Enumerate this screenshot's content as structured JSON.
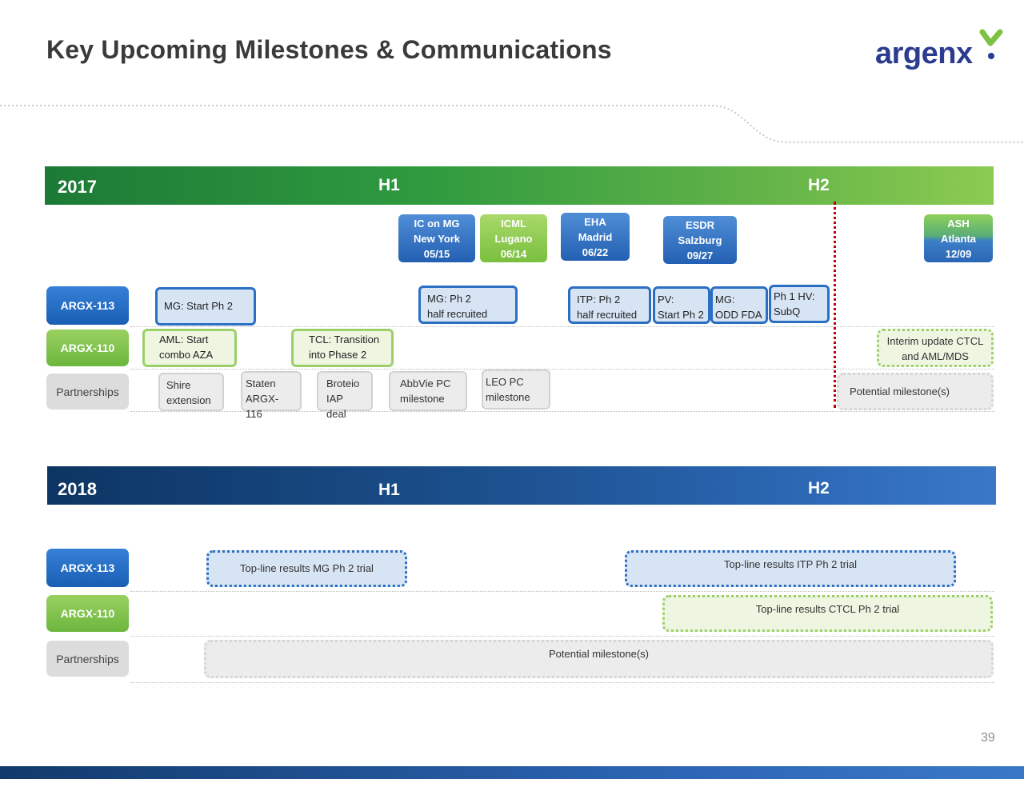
{
  "header": {
    "title": "Key Upcoming Milestones & Communications",
    "logo_text": "argenx",
    "page_number": "39"
  },
  "year2017": {
    "year": "2017",
    "h1": "H1",
    "h2": "H2",
    "conferences": [
      {
        "lines": [
          "IC on MG",
          "New York",
          "05/15"
        ]
      },
      {
        "lines": [
          "ICML",
          "Lugano",
          "06/14"
        ]
      },
      {
        "lines": [
          "EHA",
          "Madrid",
          "06/22"
        ]
      },
      {
        "lines": [
          "ESDR",
          "Salzburg",
          "09/27"
        ]
      },
      {
        "lines": [
          "ASH",
          "Atlanta",
          "12/09"
        ]
      }
    ],
    "rows": {
      "argx113": {
        "label": "ARGX-113",
        "items": [
          {
            "lines": [
              "MG: Start Ph 2"
            ]
          },
          {
            "lines": [
              "MG: Ph 2",
              "half recruited"
            ]
          },
          {
            "lines": [
              "ITP: Ph 2",
              "half recruited"
            ]
          },
          {
            "lines": [
              "PV:",
              "Start Ph 2"
            ]
          },
          {
            "lines": [
              "MG:",
              "ODD FDA"
            ]
          },
          {
            "lines": [
              "Ph 1 HV:",
              "SubQ"
            ]
          }
        ]
      },
      "argx110": {
        "label": "ARGX-110",
        "items": [
          {
            "lines": [
              "AML: Start",
              "combo AZA"
            ]
          },
          {
            "lines": [
              "TCL: Transition",
              "into Phase 2"
            ]
          },
          {
            "lines": [
              "Interim update CTCL",
              "and AML/MDS"
            ]
          }
        ]
      },
      "partnerships": {
        "label": "Partnerships",
        "items": [
          {
            "lines": [
              "Shire",
              "extension"
            ]
          },
          {
            "lines": [
              "Staten",
              "ARGX-116"
            ]
          },
          {
            "lines": [
              "Broteio",
              "IAP deal"
            ]
          },
          {
            "lines": [
              "AbbVie PC",
              "milestone"
            ]
          },
          {
            "lines": [
              "LEO PC",
              "milestone"
            ]
          },
          {
            "lines": [
              "Potential milestone(s)"
            ]
          }
        ]
      }
    }
  },
  "year2018": {
    "year": "2018",
    "h1": "H1",
    "h2": "H2",
    "rows": {
      "argx113": {
        "label": "ARGX-113",
        "items": [
          "Top-line results MG Ph 2 trial",
          "Top-line results ITP Ph 2 trial"
        ]
      },
      "argx110": {
        "label": "ARGX-110",
        "items": [
          "Top-line results CTCL Ph 2 trial"
        ]
      },
      "partnerships": {
        "label": "Partnerships",
        "items": [
          "Potential milestone(s)"
        ]
      }
    }
  },
  "colors": {
    "argx113_blue": "#1a5fb4",
    "argx110_green": "#6cb63e",
    "partnerships_grey": "#dcdcdc",
    "h2_divider_red": "#c00000"
  }
}
